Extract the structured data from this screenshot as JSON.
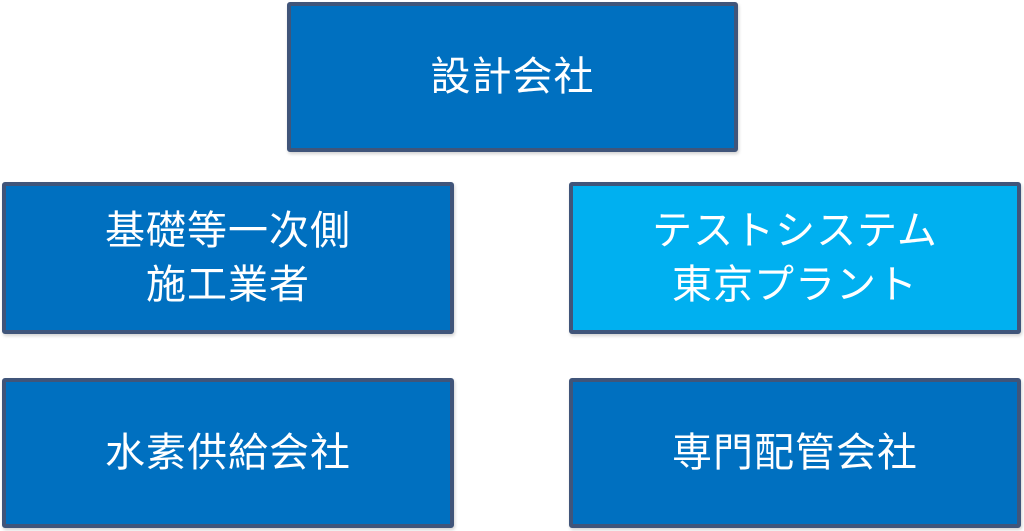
{
  "colors": {
    "dark_fill": "#0070c0",
    "light_fill": "#00b0f0",
    "border": "#40557a",
    "text": "#ffffff"
  },
  "boxes": {
    "top": {
      "lines": [
        "設計会社"
      ]
    },
    "mid_left": {
      "lines": [
        "基礎等一次側",
        "施工業者"
      ]
    },
    "mid_right": {
      "lines": [
        "テストシステム",
        "東京プラント"
      ]
    },
    "bot_left": {
      "lines": [
        "水素供給会社"
      ]
    },
    "bot_right": {
      "lines": [
        "専門配管会社"
      ]
    }
  }
}
